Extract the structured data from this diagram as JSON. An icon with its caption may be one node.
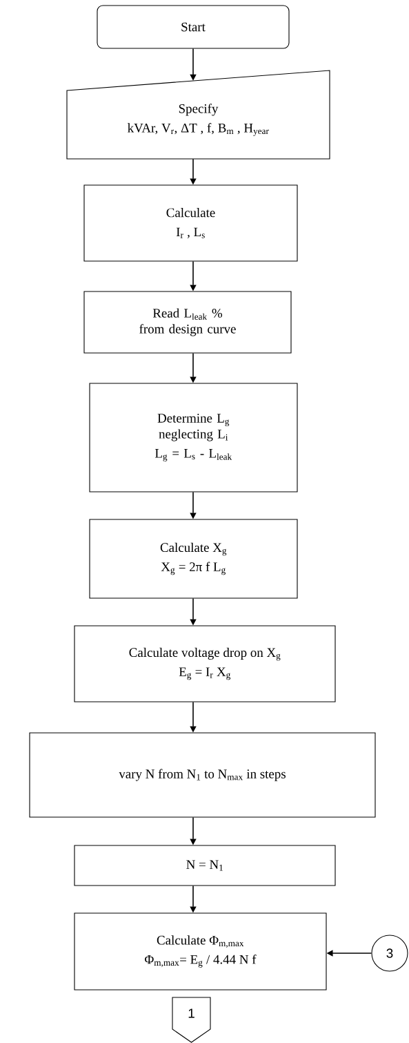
{
  "diagram": {
    "nodes": [
      {
        "text": [
          "Start"
        ]
      },
      {
        "text": [
          "Specify",
          "kVAr, V$_{r}$, ΔT , f, B$_{m}$ , H$_{year}$"
        ]
      },
      {
        "text": [
          "Calculate",
          "I$_{r}$ , L$_{s}$"
        ]
      },
      {
        "text": [
          "Read L$_{leak}$ % from design curve"
        ]
      },
      {
        "text": [
          "Determine L$_{g}$ neglecting L$_{i}$",
          "L$_{g}$ = L$_{s}$ - L$_{leak}$"
        ]
      },
      {
        "text": [
          "Calculate X$_{g}$",
          "X$_{g}$ = 2π f L$_{g}$"
        ]
      },
      {
        "text": [
          "Calculate voltage drop on X$_{g}$",
          "E$_{g}$ = I$_{r}$ X$_{g}$"
        ]
      },
      {
        "text": [
          "vary N from N$_{1}$ to N$_{max}$ in steps"
        ]
      },
      {
        "text": [
          "N = N$_{1}$"
        ]
      },
      {
        "text": [
          "Calculate Φ$_{m,max}$",
          "Φ$_{m,max}$= E$_{g}$ / 4.44 N f"
        ]
      },
      {
        "text": [
          "3"
        ]
      },
      {
        "text": [
          "1"
        ]
      }
    ],
    "edges": [
      {
        "from": 0,
        "to": 1,
        "arrow": "to"
      },
      {
        "from": 1,
        "to": 2,
        "arrow": "to"
      },
      {
        "from": 2,
        "to": 3,
        "arrow": "to"
      },
      {
        "from": 3,
        "to": 4,
        "arrow": "to"
      },
      {
        "from": 4,
        "to": 5,
        "arrow": "to"
      },
      {
        "from": 5,
        "to": 6,
        "arrow": "to"
      },
      {
        "from": 6,
        "to": 7,
        "arrow": "to"
      },
      {
        "from": 7,
        "to": 8,
        "arrow": "to"
      },
      {
        "from": 8,
        "to": 9,
        "arrow": "to"
      },
      {
        "from": 10,
        "to": 9,
        "arrow": "to"
      }
    ]
  }
}
